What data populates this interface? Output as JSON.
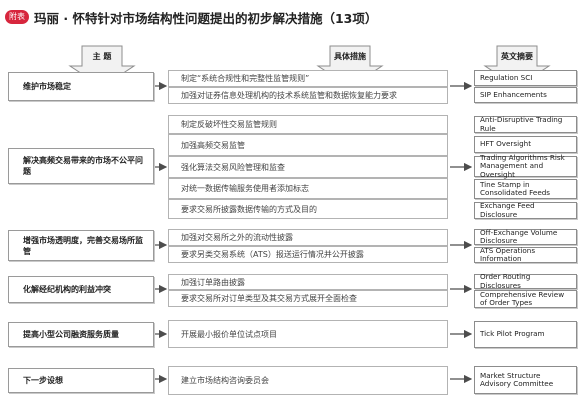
{
  "header": {
    "tag": "附表",
    "title": "玛丽 · 怀特针对市场结构性问题提出的初步解决措施（13项）"
  },
  "columns": {
    "theme": "主 题",
    "measures": "具体措施",
    "english": "英文摘要"
  },
  "groups": [
    {
      "theme": "维护市场稳定",
      "measures": [
        "制定“系统合规性和完整性监管规则”",
        "加强对证券信息处理机构的技术系统监管和数据恢复能力要求"
      ],
      "english": [
        "Regulation SCI",
        "SIP Enhancements"
      ]
    },
    {
      "theme": "解决高频交易带来的市场不公平问题",
      "measures": [
        "制定反破坏性交易监管规则",
        "加强高频交易监管",
        "强化算法交易风险管理和监查",
        "对统一数据传输服务使用者添加标志",
        "要求交易所披露数据传输的方式及目的"
      ],
      "english": [
        "Anti-Disruptive Trading Rule",
        "HFT Oversight",
        "Trading Algorithms Risk Management and Oversight",
        "Tine Stamp in Consolidated Feeds",
        "Exchange Feed Disclosure"
      ]
    },
    {
      "theme": "增强市场透明度，完善交易场所监管",
      "measures": [
        "加强对交易所之外的流动性披露",
        "要求另类交易系统（ATS）报送运行情况并公开披露"
      ],
      "english": [
        "Off-Exchange Volume Disclosure",
        "ATS Operations Information"
      ]
    },
    {
      "theme": "化解经纪机构的利益冲突",
      "measures": [
        "加强订单路由披露",
        "要求交易所对订单类型及其交易方式展开全面检查"
      ],
      "english": [
        "Order Routing Disclosures",
        "Comprehensive Review of Order Types"
      ]
    },
    {
      "theme": "提高小型公司融资服务质量",
      "measures": [
        "开展最小报价单位试点项目"
      ],
      "english": [
        "Tick Pilot Program"
      ]
    },
    {
      "theme": "下一步设想",
      "measures": [
        "建立市场结构咨询委员会"
      ],
      "english": [
        "Market Structure Advisory Committee"
      ]
    }
  ]
}
